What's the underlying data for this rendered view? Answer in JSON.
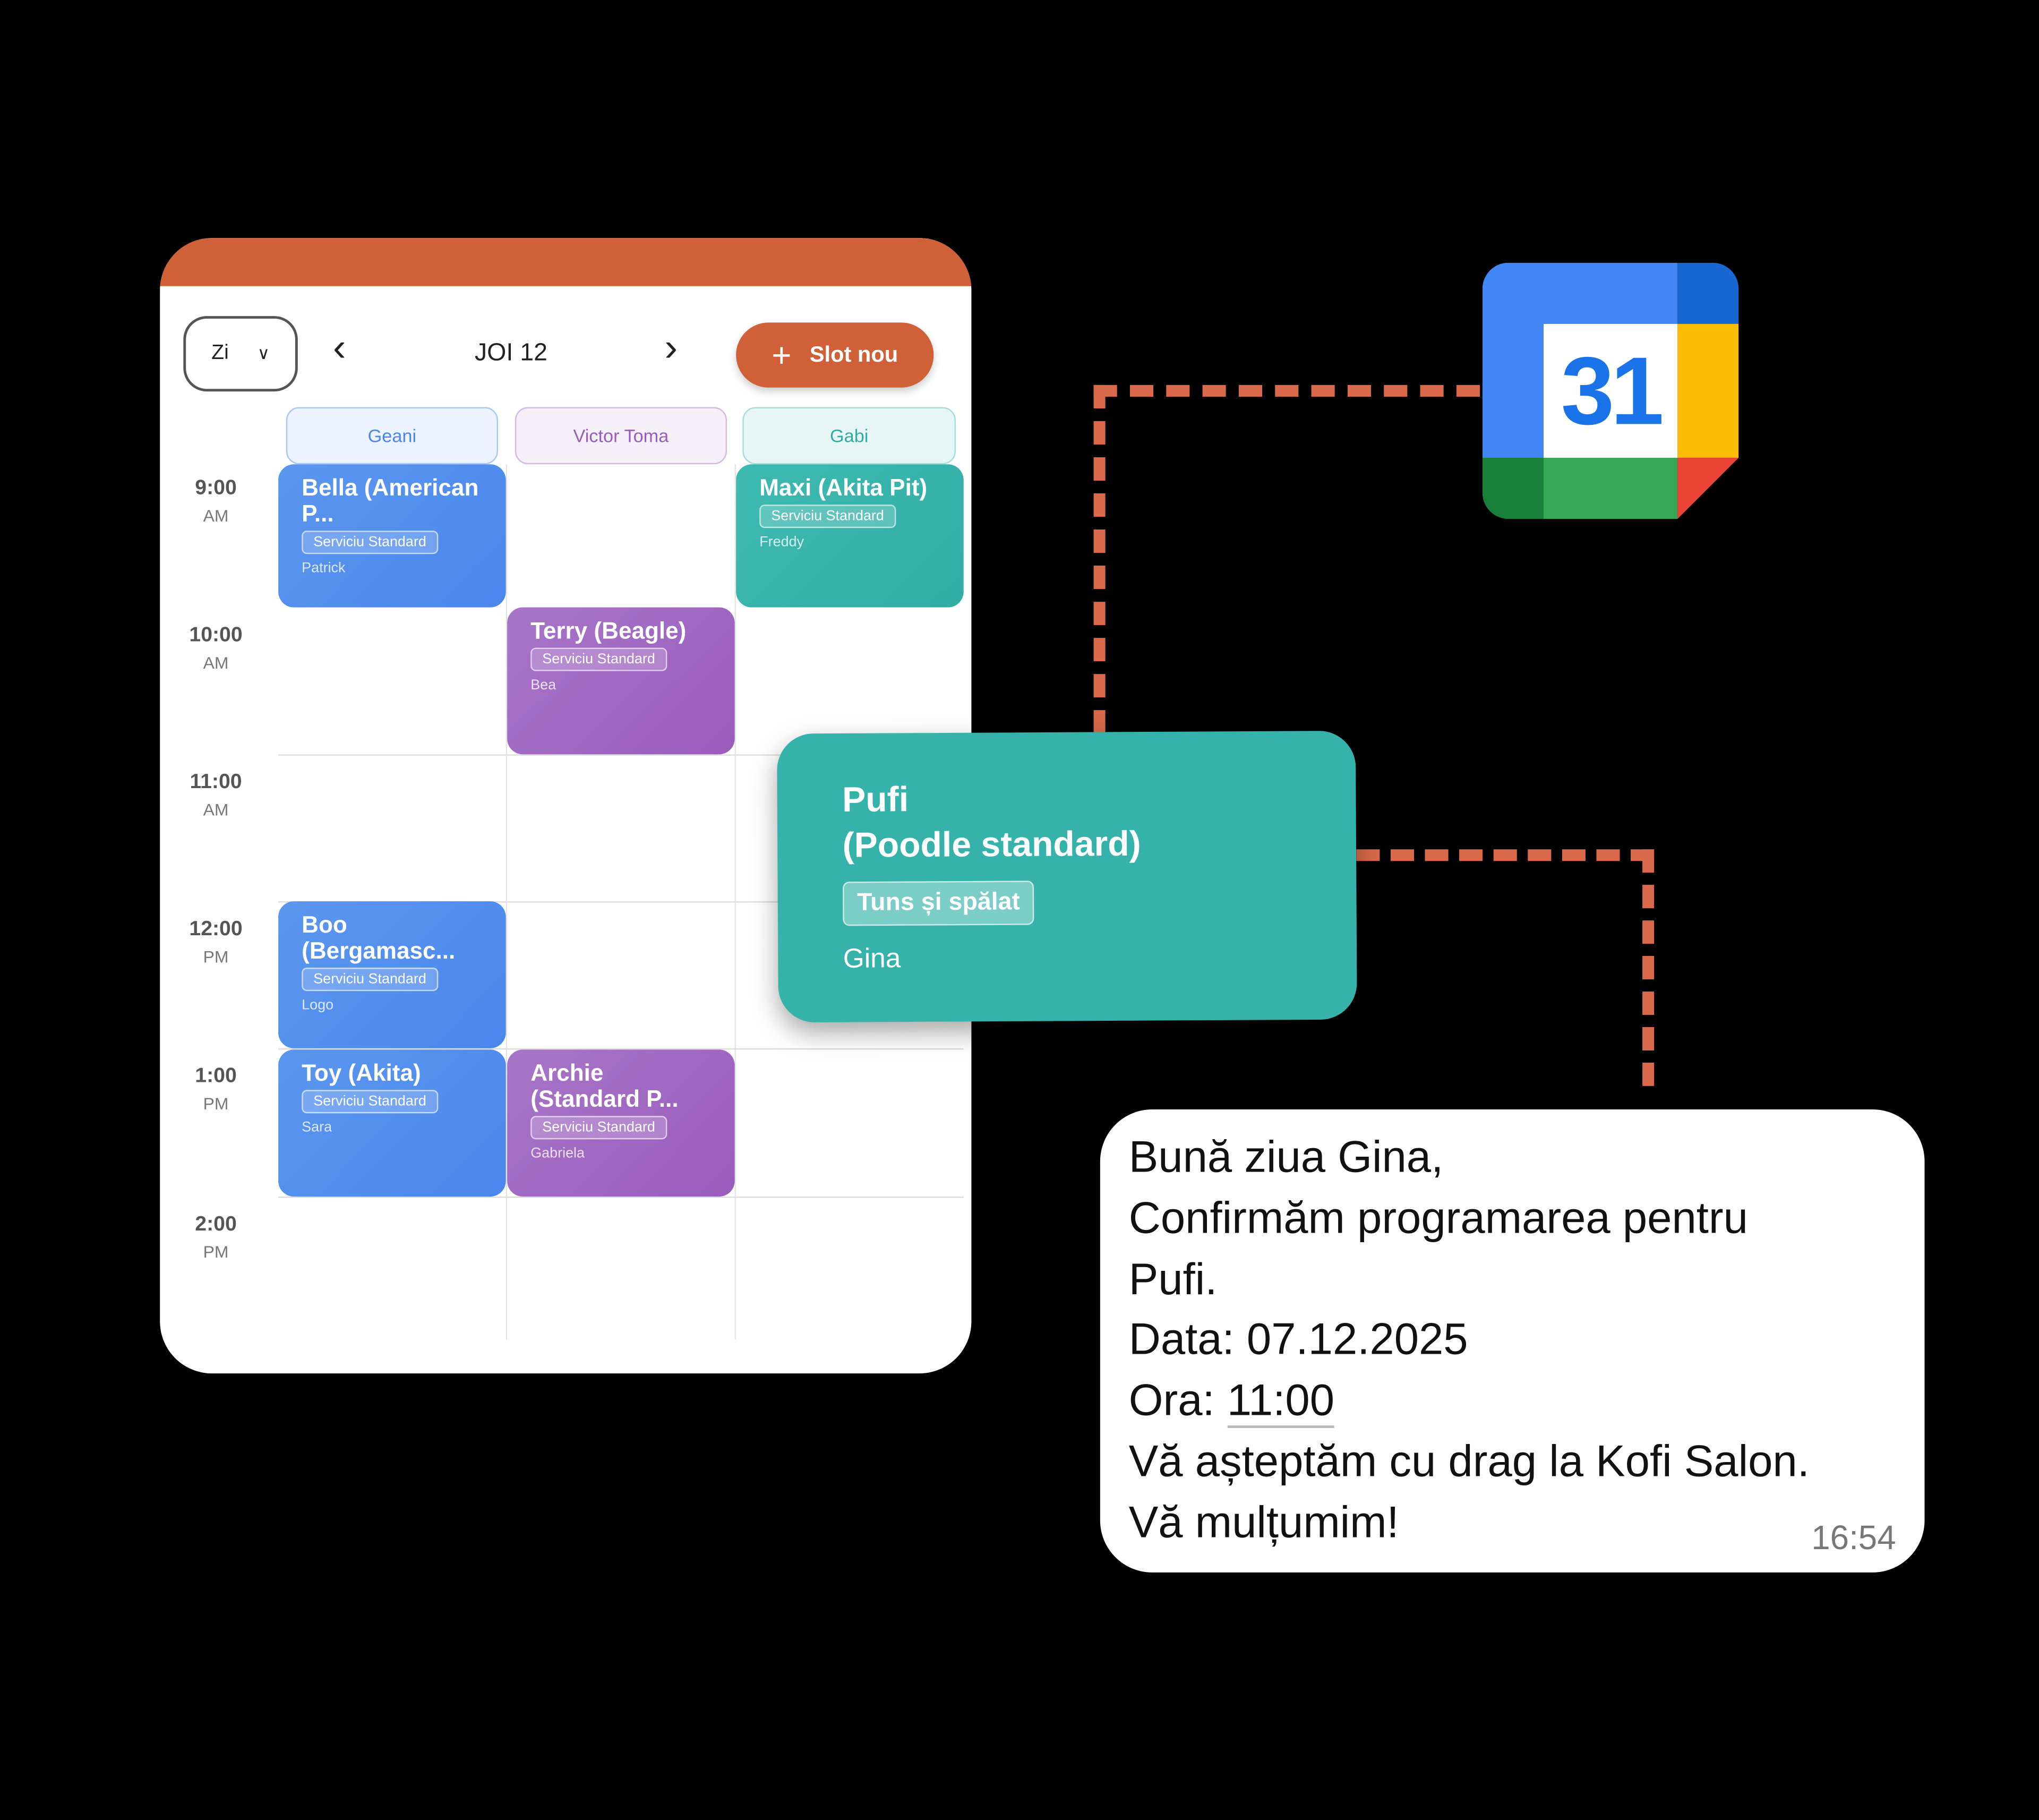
{
  "calendar": {
    "view_select": "Zi",
    "date_label": "JOI 12",
    "new_slot_label": "Slot nou",
    "accent": "#d06038",
    "columns": [
      {
        "name": "Geani",
        "color": "#4a86ec"
      },
      {
        "name": "Victor Toma",
        "color": "#9a5cbc"
      },
      {
        "name": "Gabi",
        "color": "#2fada4"
      }
    ],
    "times": [
      {
        "h": "9:00",
        "p": "AM"
      },
      {
        "h": "10:00",
        "p": "AM"
      },
      {
        "h": "11:00",
        "p": "AM"
      },
      {
        "h": "12:00",
        "p": "PM"
      },
      {
        "h": "1:00",
        "p": "PM"
      },
      {
        "h": "2:00",
        "p": "PM"
      }
    ],
    "events": [
      {
        "title": "Bella (American P...",
        "service": "Serviciu Standard",
        "owner": "Patrick"
      },
      {
        "title": "Maxi (Akita Pit)",
        "service": "Serviciu Standard",
        "owner": "Freddy"
      },
      {
        "title": "Terry (Beagle)",
        "service": "Serviciu Standard",
        "owner": "Bea"
      },
      {
        "title": "Boo (Bergamasc...",
        "service": "Serviciu Standard",
        "owner": "Logo"
      },
      {
        "title": "Toy (Akita)",
        "service": "Serviciu Standard",
        "owner": "Sara"
      },
      {
        "title": "Archie (Standard P...",
        "service": "Serviciu Standard",
        "owner": "Gabriela"
      }
    ]
  },
  "popup": {
    "name": "Pufi",
    "breed": "(Poodle standard)",
    "service": "Tuns și spălat",
    "owner": "Gina"
  },
  "google_calendar_icon": {
    "day": "31"
  },
  "message": {
    "lines": [
      "Bună ziua Gina,",
      "Confirmăm programarea pentru",
      "Pufi.",
      "Data: 07.12.2025"
    ],
    "time_label": "Ora:",
    "time_value": "11:00",
    "lines2": [
      "Vă așteptăm cu drag la Kofi Salon.",
      "Vă mulțumim!"
    ],
    "timestamp": "16:54"
  }
}
